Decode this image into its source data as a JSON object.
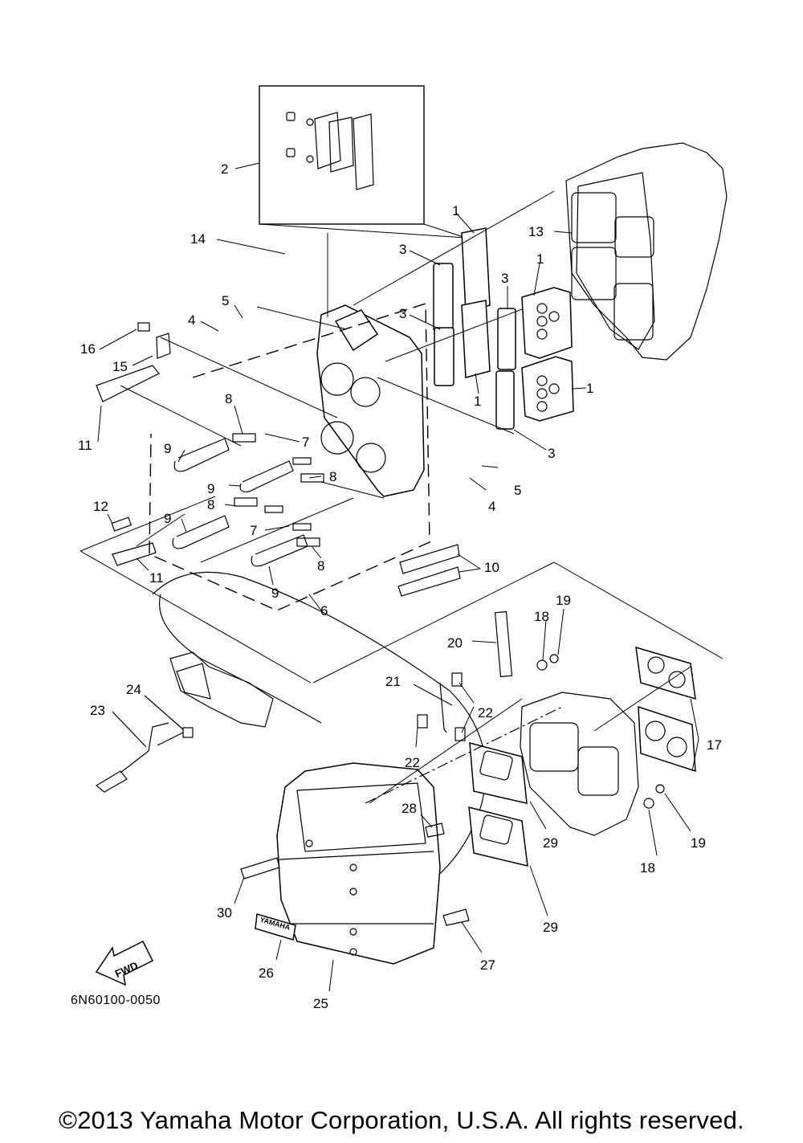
{
  "diagram": {
    "callouts": [
      "1",
      "2",
      "3",
      "4",
      "5",
      "6",
      "7",
      "8",
      "9",
      "10",
      "11",
      "12",
      "13",
      "14",
      "15",
      "16",
      "17",
      "18",
      "19",
      "20",
      "21",
      "22",
      "23",
      "24",
      "25",
      "26",
      "27",
      "28",
      "29",
      "30"
    ],
    "emblem_text": "YAMAHA",
    "arrow_text": "FWD",
    "reference_code": "6N60100-0050"
  },
  "footer": {
    "copyright": "©2013 Yamaha Motor Corporation, U.S.A. All rights reserved."
  }
}
